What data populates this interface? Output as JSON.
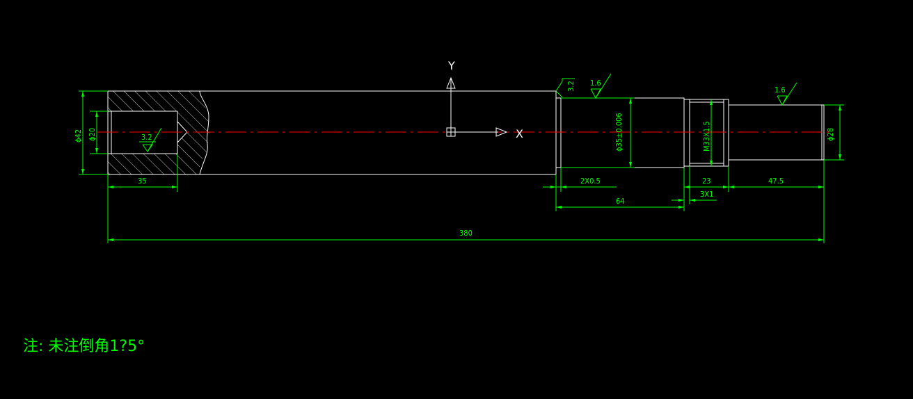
{
  "drawing": {
    "background": "#000000",
    "colors": {
      "outline": "#ffffff",
      "dimension": "#00ff00",
      "centerline": "#ff0000"
    },
    "ucs": {
      "y_label": "Y",
      "x_label": "X"
    },
    "diameters": {
      "d42": "ϕ42",
      "d20": "ϕ20",
      "d35": "ϕ35±0.006",
      "m33": "M33X1.5",
      "d28": "ϕ28"
    },
    "roughness": {
      "bore": "3.2",
      "shoulder": "3.2",
      "journal": "1.6",
      "end": "1.6"
    },
    "lengths": {
      "bore_depth": "35",
      "chamfer": "2X0.5",
      "journal": "64",
      "thread": "23",
      "undercut": "3X1",
      "end": "47.5",
      "total": "380"
    },
    "note": "注: 未注倒角1?5°"
  }
}
